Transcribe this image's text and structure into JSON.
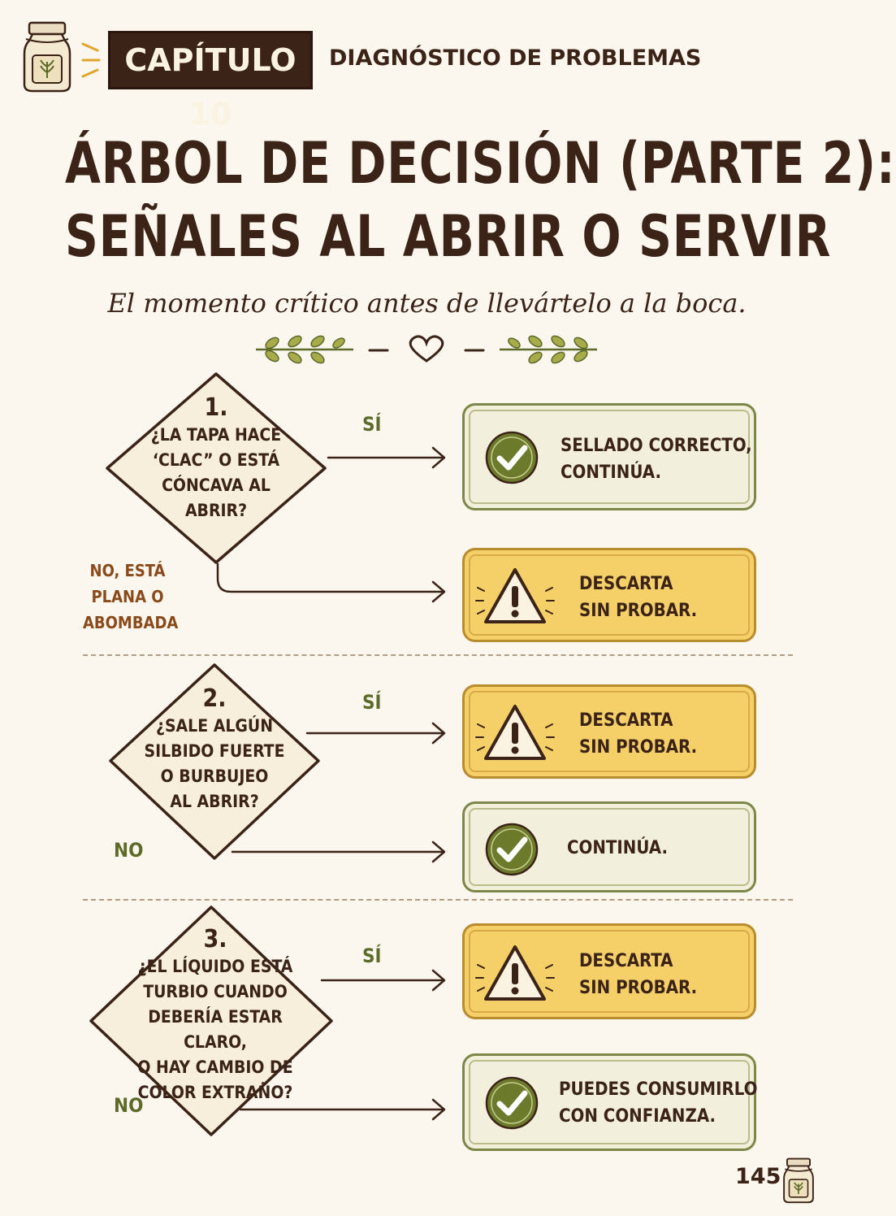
{
  "header": {
    "chapter": "CAPÍTULO 10",
    "section": "DIAGNÓSTICO DE PROBLEMAS"
  },
  "title": {
    "line1": "ÁRBOL DE DECISIÓN (PARTE 2):",
    "line2": "SEÑALES AL ABRIR O SERVIR"
  },
  "subtitle": "El momento crítico antes de llevártelo a la boca.",
  "questions": [
    {
      "number": "1.",
      "lines": [
        "¿LA TAPA HACE",
        "‘CLAC” O ESTÁ",
        "CÓNCAVA AL",
        "ABRIR?"
      ],
      "yes_label": "SÍ",
      "no_label": [
        "NO, ESTÁ",
        "PLANA O",
        "ABOMBADA"
      ],
      "yes_result": [
        "SELLADO CORRECTO,",
        "CONTINÚA."
      ],
      "no_result": [
        "DESCARTA",
        "SIN PROBAR."
      ]
    },
    {
      "number": "2.",
      "lines": [
        "¿SALE ALGÚN",
        "SILBIDO FUERTE",
        "O BURBUJEO",
        "AL ABRIR?"
      ],
      "yes_label": "SÍ",
      "no_label": [
        "NO"
      ],
      "yes_result": [
        "DESCARTA",
        "SIN PROBAR."
      ],
      "no_result": [
        "CONTINÚA."
      ]
    },
    {
      "number": "3.",
      "lines": [
        "¿EL LÍQUIDO ESTÁ",
        "TURBIO CUANDO",
        "DEBERÍA ESTAR CLARO,",
        "O HAY CAMBIO DE",
        "COLOR EXTRAÑO?"
      ],
      "yes_label": "SÍ",
      "no_label": [
        "NO"
      ],
      "yes_result": [
        "DESCARTA",
        "SIN PROBAR."
      ],
      "no_result": [
        "PUEDES CONSUMIRLO",
        "CON CONFIANZA."
      ]
    }
  ],
  "page_number": "145",
  "icons": {
    "ok": "check-circle-icon",
    "warn": "warning-triangle-icon",
    "jar": "jar-icon",
    "ornament": "laurel-heart-ornament-icon"
  },
  "colors": {
    "dark_brown": "#3b2317",
    "olive": "#5d6b2a",
    "warn_yellow": "#f5cf68",
    "ok_cream": "#f2f0dc",
    "no_brown": "#8a4a1c"
  }
}
